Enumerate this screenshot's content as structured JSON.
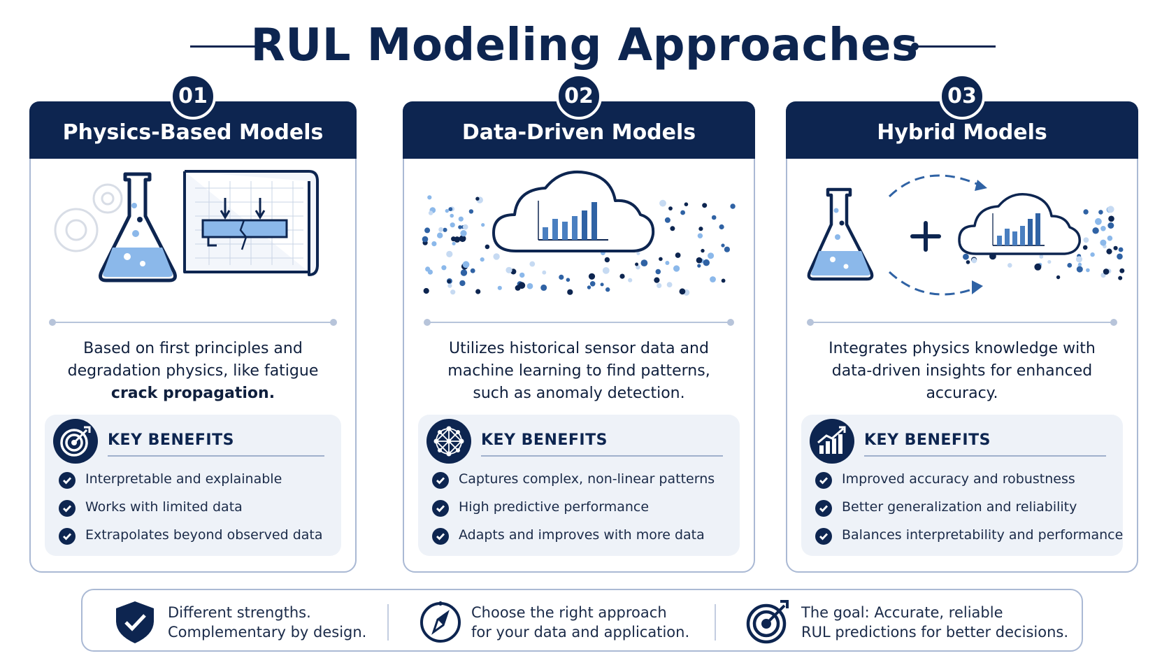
{
  "title": "RUL Modeling Approaches",
  "cards": [
    {
      "number": "01",
      "title": "Physics-Based Models",
      "desc_plain": "Based on first principles and degradation physics, like fatigue",
      "desc_bold": "crack propagation.",
      "benefits_title": "KEY BENEFITS",
      "benefits": [
        "Interpretable and explainable",
        "Works with limited data",
        "Extrapolates beyond observed data"
      ]
    },
    {
      "number": "02",
      "title": "Data-Driven Models",
      "desc_plain": "Utilizes historical sensor data and machine learning to find patterns, such as anomaly detection.",
      "benefits_title": "KEY BENEFITS",
      "benefits": [
        "Captures complex, non-linear patterns",
        "High predictive performance",
        "Adapts and improves with more data"
      ]
    },
    {
      "number": "03",
      "title": "Hybrid Models",
      "desc_plain": "Integrates physics knowledge with data-driven insights for enhanced accuracy.",
      "benefits_title": "KEY BENEFITS",
      "benefits": [
        "Improved accuracy and robustness",
        "Better generalization and reliability",
        "Balances interpretability and performance"
      ]
    }
  ],
  "footer": [
    {
      "line1": "Different strengths.",
      "line2": "Complementary by design.",
      "icon": "shield-check-icon"
    },
    {
      "line1": "Choose the right approach",
      "line2": "for your data and application.",
      "icon": "compass-icon"
    },
    {
      "line1": "The goal: Accurate, reliable",
      "line2": "RUL predictions for better decisions.",
      "icon": "target-icon"
    }
  ],
  "colors": {
    "navy": "#0d2550",
    "light_blue": "#7fb0e6",
    "panel": "#eef2f8",
    "border": "#aab9d4"
  }
}
